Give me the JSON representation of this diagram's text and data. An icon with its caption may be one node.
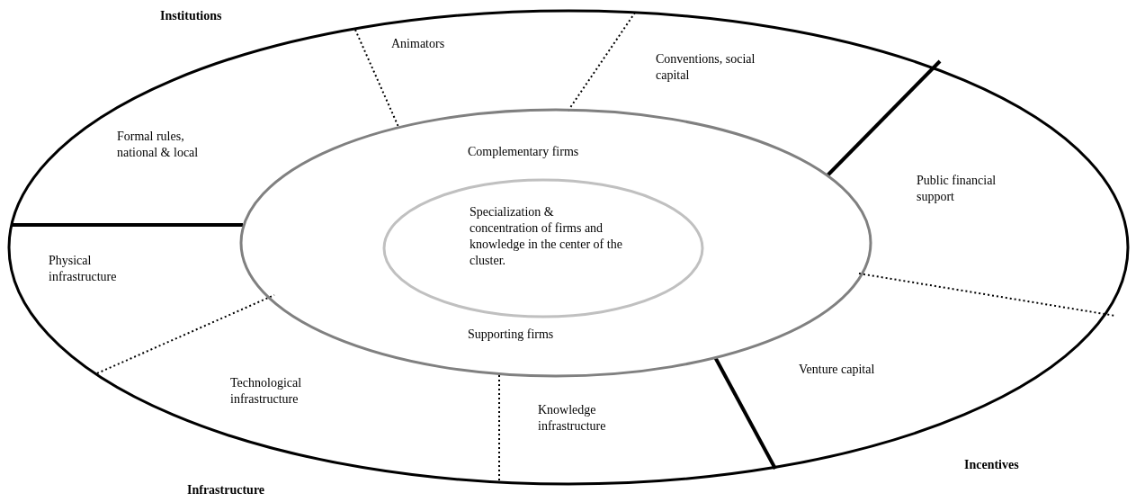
{
  "diagram": {
    "nodes": [
      {
        "text": [
          "Animators",
          "Conventions, social capital",
          "Formal rules, national & local",
          "Public financial support",
          "Physical infrastructure",
          "Technological infrastructure",
          "Knowledge infrastructure",
          "Venture capital"
        ]
      },
      {
        "text": [
          "Complementary firms",
          "Supporting firms"
        ],
        "in": 0
      },
      {
        "text": [
          "Specialization & concentration of firms and knowledge in the center of the cluster."
        ],
        "in": 1
      }
    ],
    "labels": [
      "Institutions",
      "Incentives",
      "Infrastructure"
    ]
  }
}
